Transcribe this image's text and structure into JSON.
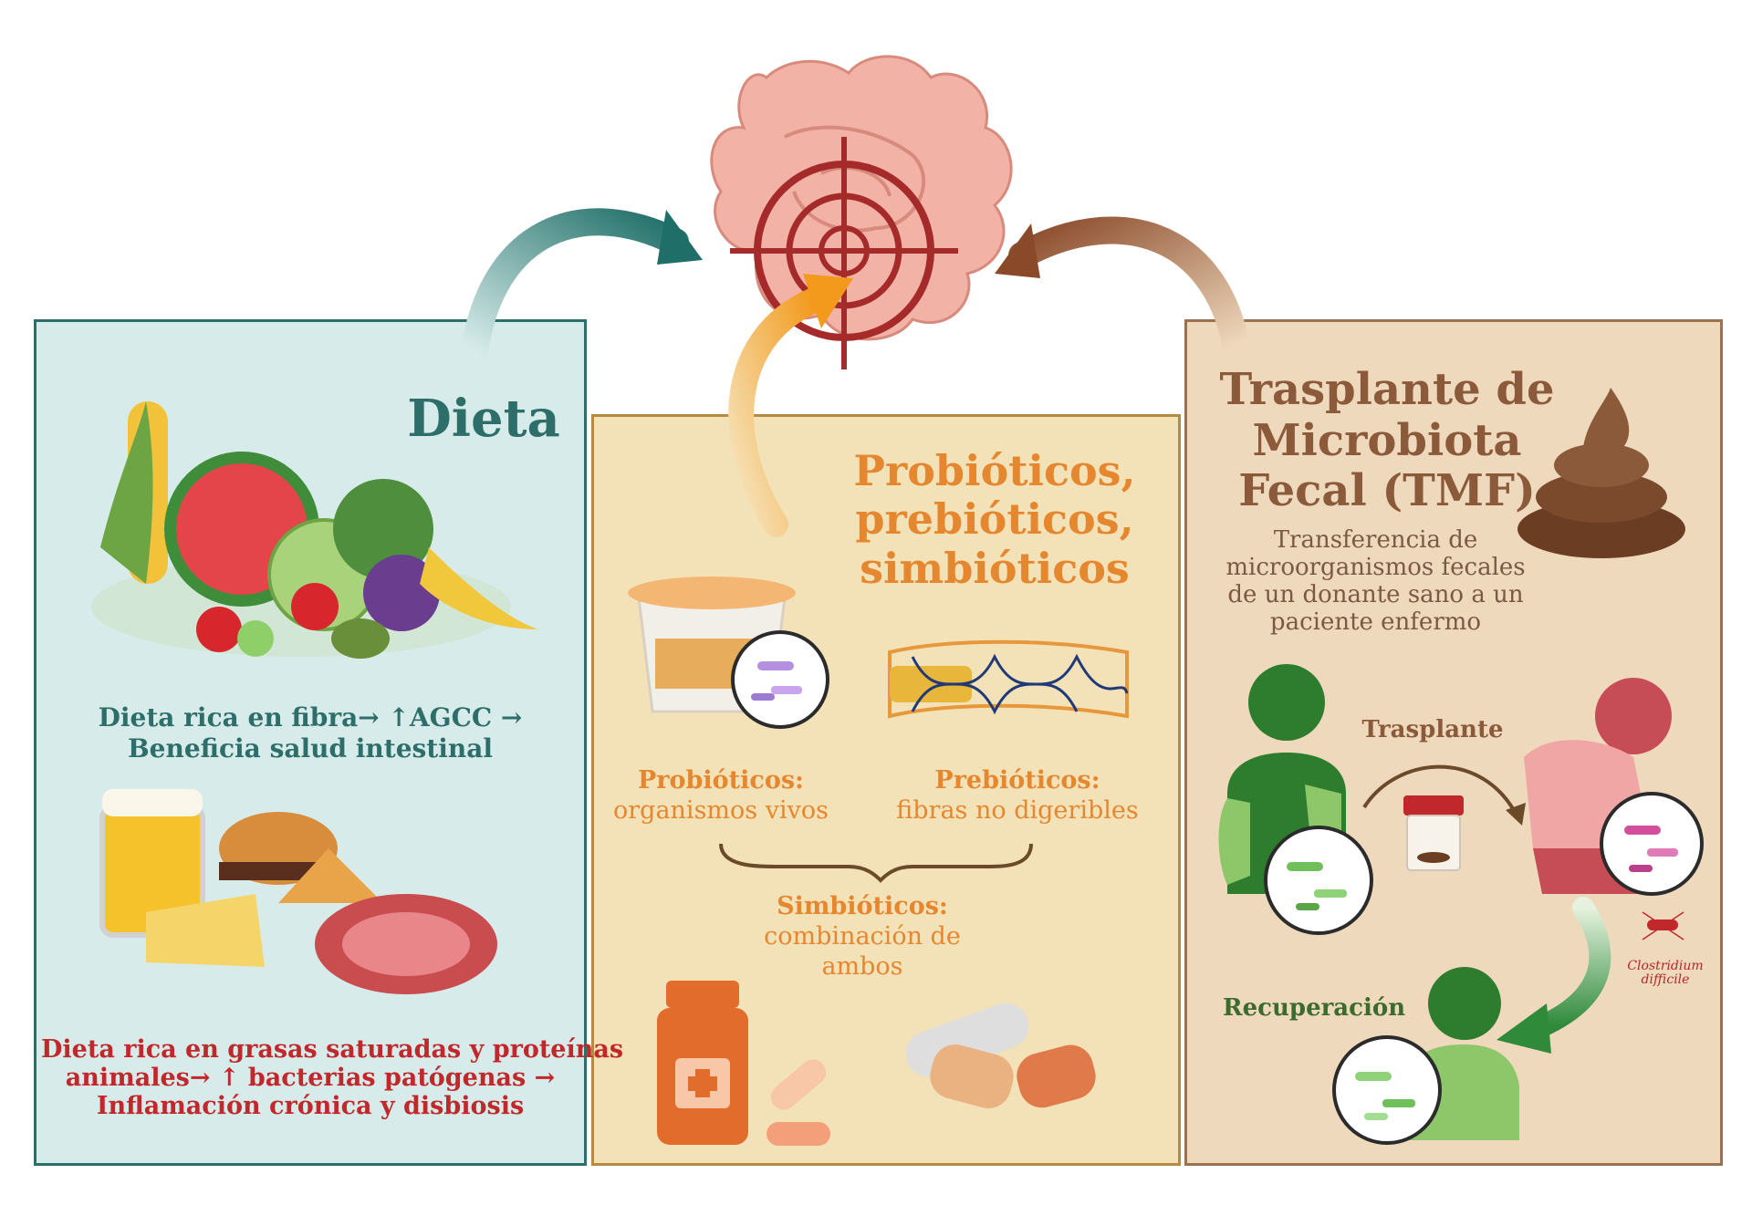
{
  "colors": {
    "diet_bg": "#d7ecea",
    "diet_border": "#2b6f6b",
    "diet_text": "#2e6e6a",
    "diet_bad": "#c0282c",
    "pro_bg": "#f3e2b8",
    "pro_text": "#e5872f",
    "tmf_bg": "#efd9bd",
    "tmf_text": "#8a5a3a",
    "green": "#3c6b2e",
    "target": "#a52a2a"
  },
  "icons": [
    "intestine-target-icon",
    "vegetables-icon",
    "fast-food-icon",
    "yogurt-icon",
    "fiber-icon",
    "pill-bottle-icon",
    "capsules-icon",
    "stool-icon",
    "person-icon",
    "sample-jar-icon",
    "bacteria-icon"
  ],
  "diet": {
    "title": "Dieta",
    "good": [
      "Dieta rica en fibra→ ↑AGCC →",
      "Beneficia salud intestinal"
    ],
    "bad": [
      "Dieta rica en grasas saturadas y proteínas",
      "animales→ ↑ bacterias patógenas →",
      "Inflamación crónica y disbiosis"
    ]
  },
  "probiotics": {
    "title": [
      "Probióticos,",
      "prebióticos,",
      "simbióticos"
    ],
    "probioticos_label": "Probióticos:",
    "probioticos_desc": "organismos vivos",
    "prebioticos_label": "Prebióticos:",
    "prebioticos_desc": "fibras no digeribles",
    "simbioticos_label": "Simbióticos:",
    "simbioticos_desc": [
      "combinación de",
      "ambos"
    ]
  },
  "tmf": {
    "title": [
      "Trasplante de",
      "Microbiota",
      "Fecal (TMF)"
    ],
    "description": [
      "Transferencia de",
      "microorganismos fecales",
      "de un donante sano a un",
      "paciente enfermo"
    ],
    "transplant_label": "Trasplante",
    "recovery_label": "Recuperación",
    "pathogen_label": [
      "Clostridium",
      "difficile"
    ]
  }
}
